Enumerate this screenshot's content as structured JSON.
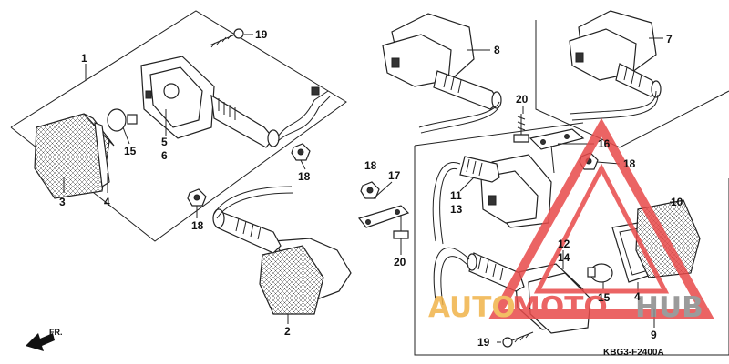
{
  "callouts": [
    {
      "id": "c1",
      "text": "1"
    },
    {
      "id": "c2",
      "text": "2"
    },
    {
      "id": "c3",
      "text": "3"
    },
    {
      "id": "c4",
      "text": "4"
    },
    {
      "id": "c5",
      "text": "5"
    },
    {
      "id": "c6",
      "text": "6"
    },
    {
      "id": "c7",
      "text": "7"
    },
    {
      "id": "c8",
      "text": "8"
    },
    {
      "id": "c9",
      "text": "9"
    },
    {
      "id": "c10",
      "text": "10"
    },
    {
      "id": "c11",
      "text": "11"
    },
    {
      "id": "c12",
      "text": "12"
    },
    {
      "id": "c13",
      "text": "13"
    },
    {
      "id": "c14",
      "text": "14"
    },
    {
      "id": "c15a",
      "text": "15"
    },
    {
      "id": "c15b",
      "text": "15"
    },
    {
      "id": "c16",
      "text": "16"
    },
    {
      "id": "c17",
      "text": "17"
    },
    {
      "id": "c18a",
      "text": "18"
    },
    {
      "id": "c18b",
      "text": "18"
    },
    {
      "id": "c18c",
      "text": "18"
    },
    {
      "id": "c18d",
      "text": "18"
    },
    {
      "id": "c19a",
      "text": "19"
    },
    {
      "id": "c19b",
      "text": "19"
    },
    {
      "id": "c20a",
      "text": "20"
    },
    {
      "id": "c20b",
      "text": "20"
    },
    {
      "id": "c4b",
      "text": "4"
    }
  ],
  "diagram_code": "KBG3-F2400A",
  "direction_label": "FR.",
  "watermark": {
    "part1": "AUTO",
    "part2": "MOTO",
    "part3": "HUB",
    "color_orange": "#f0b34a",
    "color_red": "#e84a4a",
    "color_gray": "#8a8a8a"
  }
}
